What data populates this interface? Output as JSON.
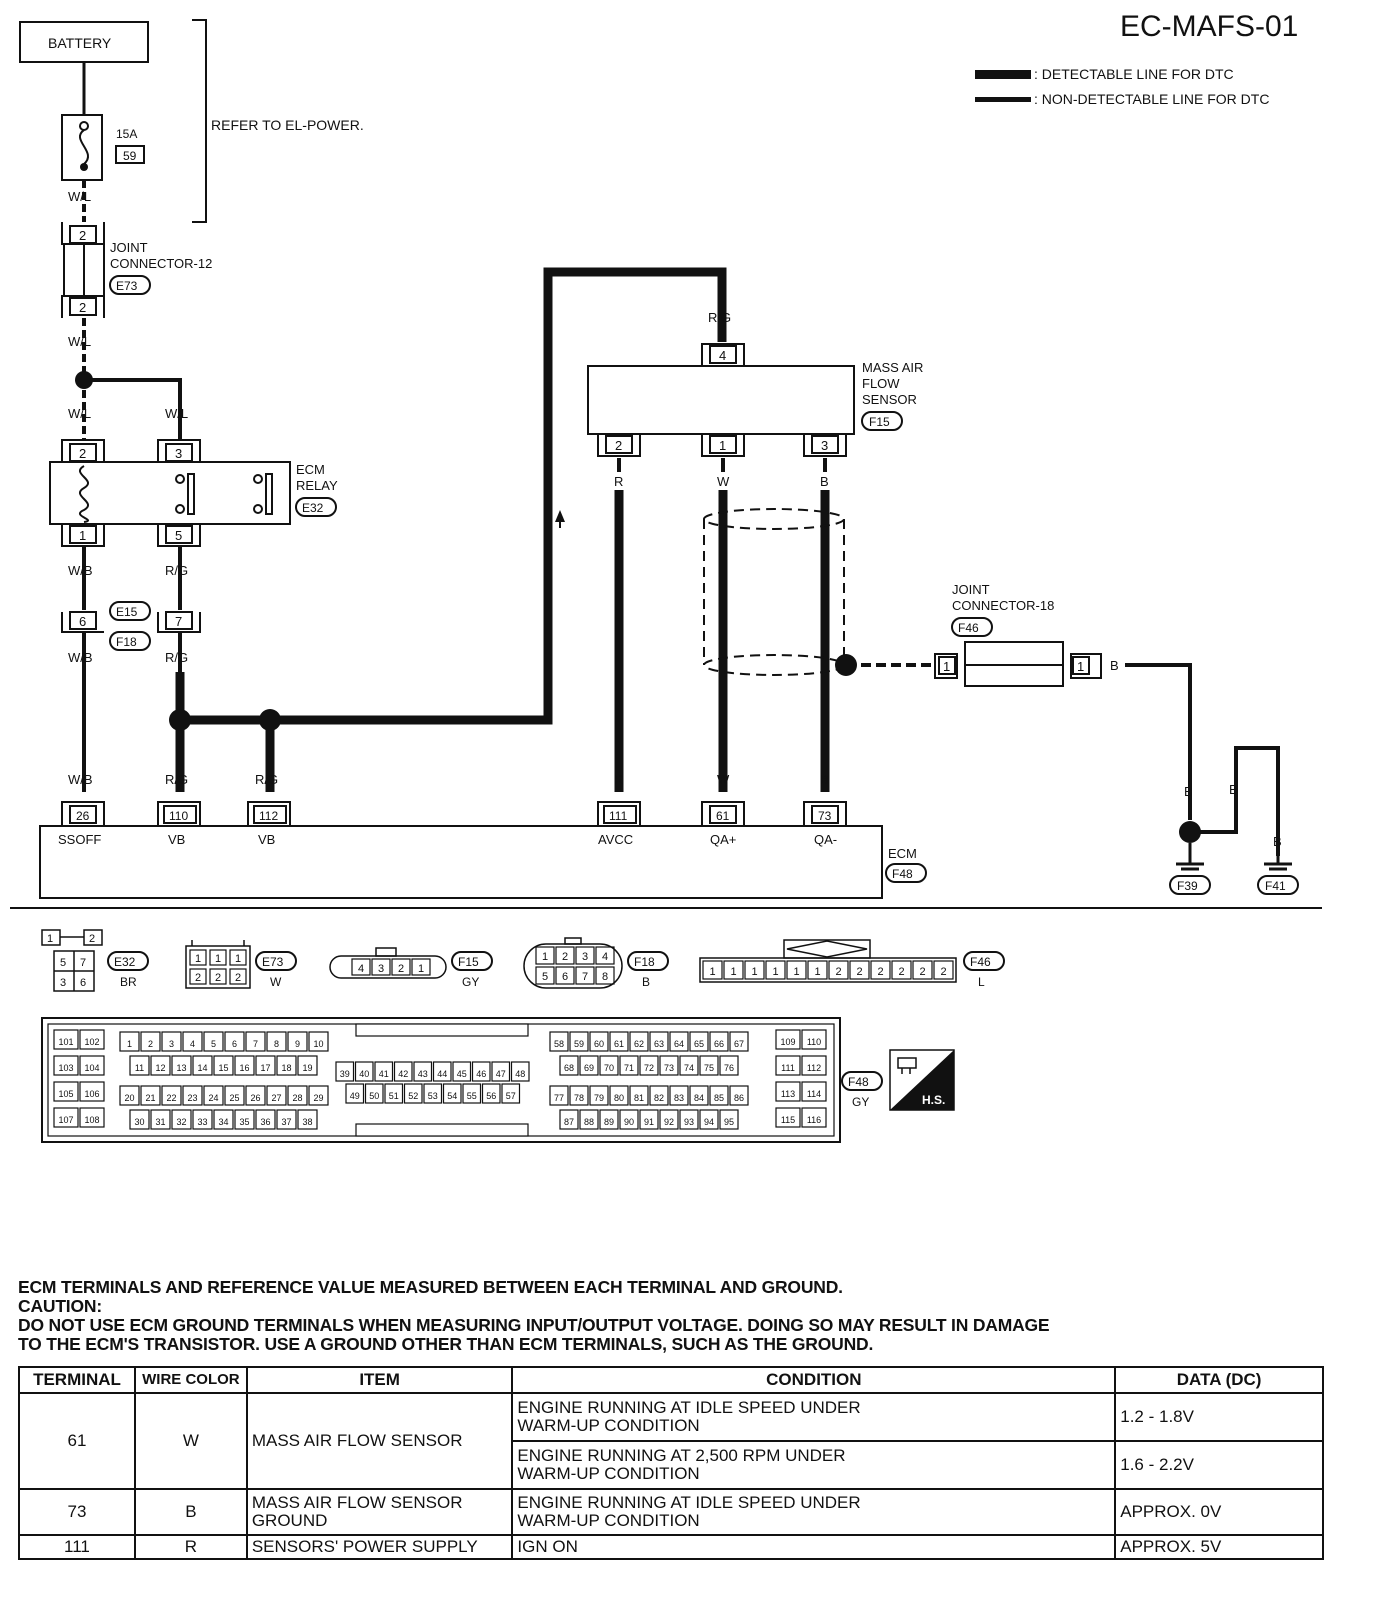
{
  "diagram_id": "EC-MAFS-01",
  "legend": {
    "detectable": ": DETECTABLE LINE FOR DTC",
    "non_detectable": ": NON-DETECTABLE LINE FOR DTC"
  },
  "power": {
    "battery": "BATTERY",
    "fuse_amps": "15A",
    "fuse_no": "59",
    "refer": "REFER TO EL-POWER."
  },
  "joint12": {
    "label_line1": "JOINT",
    "label_line2": "CONNECTOR-12",
    "connector": "E73",
    "pin_top": "2",
    "pin_bottom": "2"
  },
  "relay": {
    "label_line1": "ECM",
    "label_line2": "RELAY",
    "connector": "E32",
    "pins": [
      "2",
      "3",
      "1",
      "5"
    ]
  },
  "inline": {
    "connector_a": "E15",
    "connector_b": "F18",
    "pins": [
      "6",
      "7"
    ]
  },
  "maf": {
    "label_line1": "MASS AIR",
    "label_line2": "FLOW",
    "label_line3": "SENSOR",
    "connector": "F15",
    "pins": [
      "4",
      "2",
      "1",
      "3"
    ]
  },
  "joint18": {
    "label_line1": "JOINT",
    "label_line2": "CONNECTOR-18",
    "connector": "F46",
    "pin_left": "1",
    "pin_right": "1"
  },
  "wires": {
    "wl": "W/L",
    "wb": "W/B",
    "rg": "R/G",
    "r": "R",
    "w": "W",
    "b": "B"
  },
  "ecm": {
    "label": "ECM",
    "connector": "F48",
    "terminals": [
      {
        "pin": "26",
        "name": "SSOFF",
        "wire": "W/B"
      },
      {
        "pin": "110",
        "name": "VB",
        "wire": "R/G"
      },
      {
        "pin": "112",
        "name": "VB",
        "wire": "R/G"
      },
      {
        "pin": "111",
        "name": "AVCC",
        "wire": "R"
      },
      {
        "pin": "61",
        "name": "QA+",
        "wire": "W"
      },
      {
        "pin": "73",
        "name": "QA-",
        "wire": "B"
      }
    ]
  },
  "grounds": [
    "F39",
    "F41"
  ],
  "connector_views": {
    "e32": {
      "id": "E32",
      "color": "BR",
      "pins": [
        "1",
        "2",
        "5",
        "7",
        "3",
        "6"
      ]
    },
    "e73": {
      "id": "E73",
      "color": "W",
      "pins": [
        "1",
        "1",
        "1",
        "2",
        "2",
        "2"
      ]
    },
    "f15": {
      "id": "F15",
      "color": "GY",
      "pins": [
        "4",
        "3",
        "2",
        "1"
      ]
    },
    "f18": {
      "id": "F18",
      "color": "B",
      "pins": [
        "1",
        "2",
        "3",
        "4",
        "5",
        "6",
        "7",
        "8"
      ]
    },
    "f46": {
      "id": "F46",
      "color": "L",
      "pins": [
        "1",
        "1",
        "1",
        "1",
        "1",
        "1",
        "2",
        "2",
        "2",
        "2",
        "2",
        "2"
      ]
    },
    "f48": {
      "id": "F48",
      "color": "GY",
      "hs": "H.S."
    }
  },
  "notes": {
    "line1": "ECM TERMINALS AND REFERENCE VALUE MEASURED BETWEEN EACH TERMINAL AND GROUND.",
    "line2": "CAUTION:",
    "line3": "DO NOT USE ECM GROUND TERMINALS WHEN MEASURING INPUT/OUTPUT VOLTAGE. DOING SO MAY RESULT IN DAMAGE",
    "line4": "TO THE ECM'S TRANSISTOR. USE A GROUND OTHER THAN ECM TERMINALS, SUCH AS THE GROUND."
  },
  "table": {
    "headers": {
      "terminal": "TERMINAL",
      "wire": "WIRE COLOR",
      "item": "ITEM",
      "condition": "CONDITION",
      "data": "DATA (DC)"
    },
    "rows": [
      {
        "terminal": "61",
        "wire": "W",
        "item": "MASS AIR FLOW SENSOR",
        "cond1": "ENGINE RUNNING AT IDLE SPEED UNDER\nWARM-UP CONDITION",
        "data1": "1.2 - 1.8V",
        "cond2": "ENGINE RUNNING AT 2,500 RPM UNDER\nWARM-UP CONDITION",
        "data2": "1.6 - 2.2V"
      },
      {
        "terminal": "73",
        "wire": "B",
        "item": "MASS AIR FLOW SENSOR\nGROUND",
        "cond1": "ENGINE RUNNING AT IDLE SPEED UNDER\nWARM-UP CONDITION",
        "data1": "APPROX. 0V"
      },
      {
        "terminal": "111",
        "wire": "R",
        "item": "SENSORS' POWER SUPPLY",
        "cond1": "IGN ON",
        "data1": "APPROX. 5V"
      }
    ]
  }
}
